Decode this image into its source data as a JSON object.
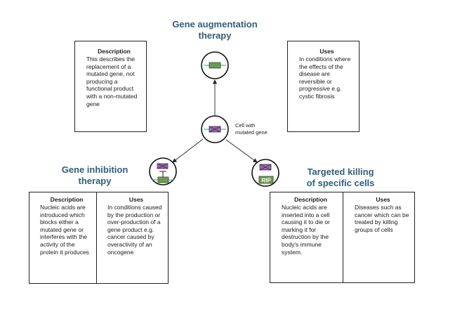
{
  "top": {
    "title_line1": "Gene augmentation",
    "title_line2": "therapy",
    "description_heading": "Description",
    "description_text": "This describes the replacement of a mutated gene, not producing a functional product with a non-mutated gene",
    "uses_heading": "Uses",
    "uses_text": "In conditions where the effects of the disease are reversible or progressive e.g. cystic fibrosis"
  },
  "center": {
    "caption_line1": "Cell with",
    "caption_line2": "mutated gene"
  },
  "left": {
    "title_line1": "Gene inhibition",
    "title_line2": "therapy",
    "description_heading": "Description",
    "description_text": "Nucleic acids are introduced which blocks either a mutated gene or interferes with the activity of the protein it produces",
    "uses_heading": "Uses",
    "uses_text": "In conditions caused by the production or over-production of a gene product e.g. cancer caused by overactivity of an oncogene"
  },
  "right": {
    "title_line1": "Targeted killing",
    "title_line2": "of specific cells",
    "rip_label": "RIP",
    "description_heading": "Description",
    "description_text": "Nucleic acids are inserted into a cell causing it to die or marking it for destruction by the body's immune system.",
    "uses_heading": "Uses",
    "uses_text": "Diseases such as cancer which can be treated by killing groups of cells"
  },
  "colors": {
    "title": "#2e5f7a",
    "mutated_gene": "#9a6aa8",
    "healthy_gene": "#6f9a55",
    "dna_strand": "#3a9a8a"
  }
}
